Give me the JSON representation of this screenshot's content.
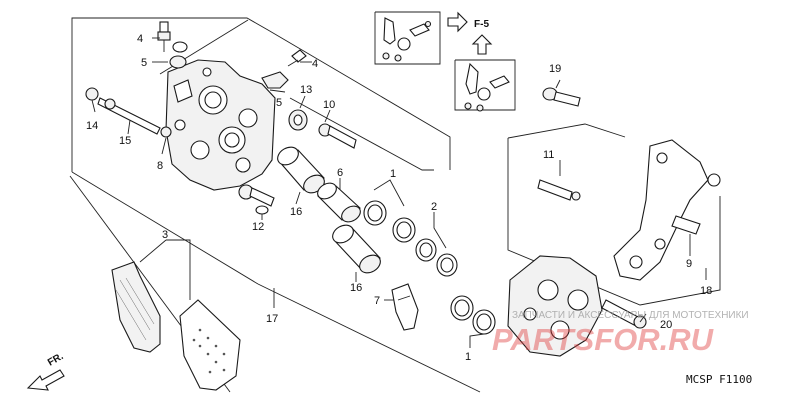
{
  "diagram": {
    "callouts": {
      "c1a": "1",
      "c1b": "1",
      "c2": "2",
      "c3": "3",
      "c4a": "4",
      "c4b": "4",
      "c5a": "5",
      "c5b": "5",
      "c6": "6",
      "c7": "7",
      "c8": "8",
      "c9": "9",
      "c10": "10",
      "c11": "11",
      "c12": "12",
      "c13": "13",
      "c14": "14",
      "c15": "15",
      "c16a": "16",
      "c16b": "16",
      "c17": "17",
      "c18": "18",
      "c19": "19",
      "c20": "20"
    },
    "ref_label": "F-5",
    "direction_label": "FR.",
    "code": "MCSP  F1100",
    "watermark": {
      "brand": "PARTSFOR.RU",
      "tagline": "ЗАПЧАСТИ И АКСЕССУАРЫ ДЛЯ МОТОТЕХНИКИ"
    },
    "colors": {
      "line": "#222222",
      "watermark_red": "#e03a3a",
      "watermark_grey": "#999999"
    }
  }
}
